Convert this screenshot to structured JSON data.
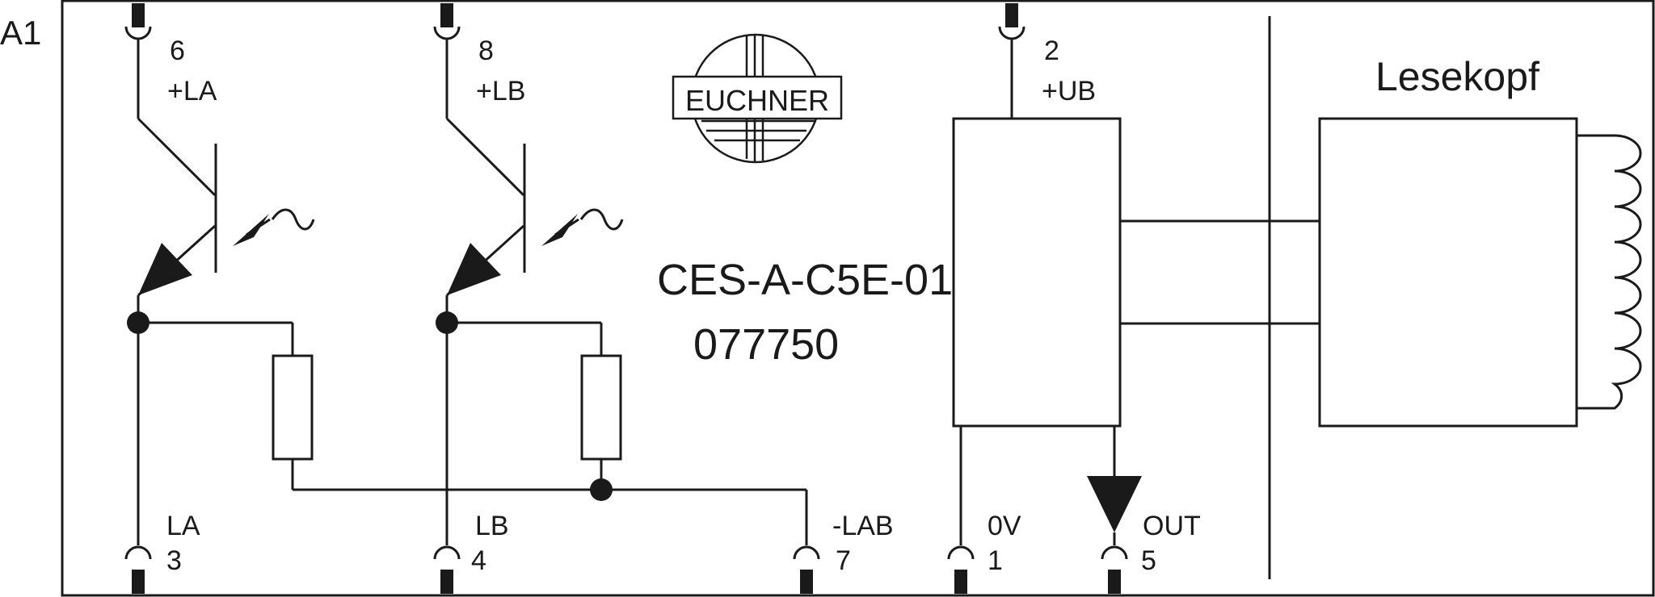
{
  "diagram": {
    "designator": "A1",
    "brand": "EUCHNER",
    "model": "CES-A-C5E-01",
    "part_number": "077750",
    "reader_head_label": "Lesekopf",
    "terminals": {
      "t6": {
        "number": "6",
        "name": "+LA"
      },
      "t8": {
        "number": "8",
        "name": "+LB"
      },
      "t2": {
        "number": "2",
        "name": "+UB"
      },
      "t3": {
        "number": "3",
        "name": "LA"
      },
      "t4": {
        "number": "4",
        "name": "LB"
      },
      "t7": {
        "number": "7",
        "name": "-LAB"
      },
      "t1": {
        "number": "1",
        "name": "0V"
      },
      "t5": {
        "number": "5",
        "name": "OUT"
      }
    },
    "colors": {
      "ink": "#1a1a1a",
      "background": "#ffffff"
    }
  }
}
